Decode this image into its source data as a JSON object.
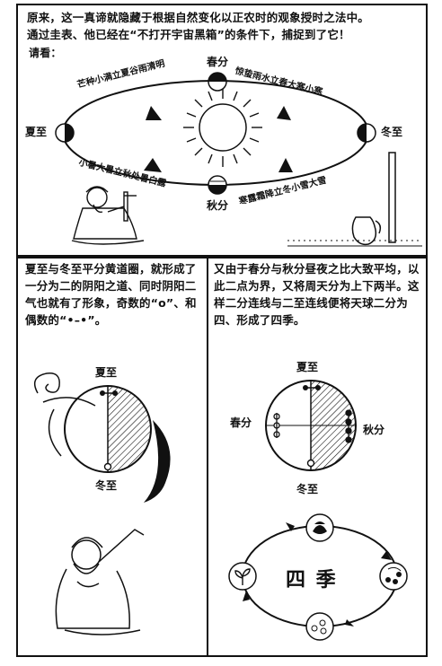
{
  "top": {
    "intro_line1": "原来，这一真谛就隐藏于根据自然变化以正农时的观象授时之法中。",
    "intro_line2": "通过圭表、他已经在“不打开宇宙黑箱”的条件下，捕捉到了它！",
    "intro_line3": "请看：",
    "chunfen": "春分",
    "qiufen": "秋分",
    "xiazhi": "夏至",
    "dongzhi": "冬至",
    "upper_left_terms": "芒种小满立夏谷雨清明",
    "upper_right_terms": "惊蛰雨水立春大寒小寒",
    "lower_left_terms": "小暑大暑立秋处暑白露",
    "lower_right_terms": "寒露霜降立冬小雪大雪"
  },
  "left_panel": {
    "text": "夏至与冬至平分黄道圈，就形成了一分为二的阴阳之道、同时阴阳二气也就有了形象，奇数的“o”、和偶数的“•–•”。",
    "top_label": "夏至",
    "bottom_label": "冬至"
  },
  "right_panel": {
    "text": "又由于春分与秋分昼夜之比大致平均，以此二点为界，又将周天分为上下两半。这样二分连线与二至连线便将天球二分为四、形成了四季。",
    "top_label": "夏至",
    "bottom_label": "冬至",
    "left_label": "春分",
    "right_label": "秋分",
    "center_title": "四 季"
  }
}
